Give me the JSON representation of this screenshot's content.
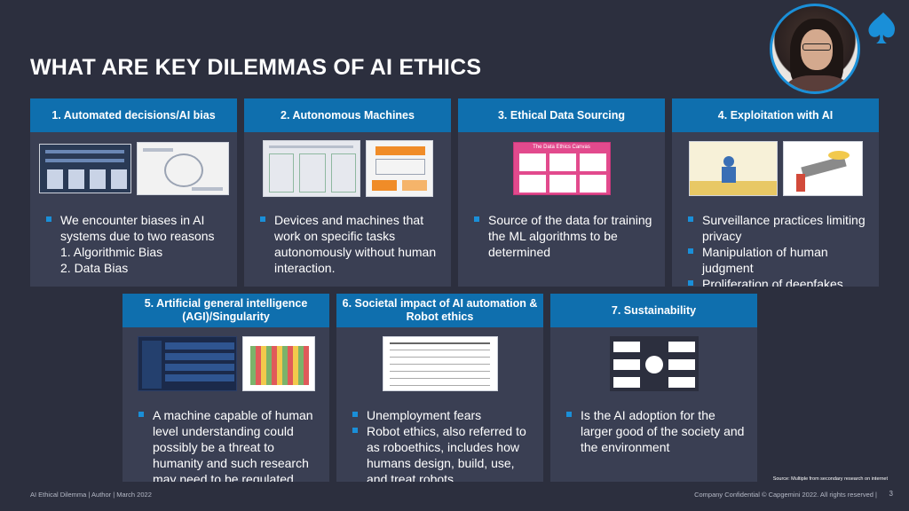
{
  "slide": {
    "title": "WHAT ARE KEY DILEMMAS OF AI ETHICS"
  },
  "cards": [
    {
      "title": "1. Automated decisions/AI bias",
      "bullets": [
        "We encounter biases in AI systems due to two reasons",
        "1. Algorithmic Bias",
        "2. Data Bias"
      ]
    },
    {
      "title": "2. Autonomous Machines",
      "bullets": [
        "Devices and machines that work on specific tasks autonomously without human interaction."
      ]
    },
    {
      "title": "3. Ethical Data Sourcing",
      "image_caption": "The Data Ethics Canvas",
      "bullets": [
        "Source of the data for training the ML algorithms to be determined"
      ]
    },
    {
      "title": "4. Exploitation with AI",
      "bullets": [
        "Surveillance practices limiting privacy",
        "Manipulation of human judgment",
        "Proliferation of deepfakes"
      ]
    },
    {
      "title": "5. Artificial general intelligence (AGI)/Singularity",
      "bullets": [
        "A machine capable of human level understanding could possibly be a threat to humanity and such research may need to be regulated."
      ]
    },
    {
      "title": "6. Societal impact of AI automation & Robot ethics",
      "bullets": [
        "Unemployment fears",
        "Robot ethics, also referred to as roboethics, includes how humans design, build, use, and treat robots."
      ]
    },
    {
      "title": "7. Sustainability",
      "bullets": [
        "Is the AI adoption for the larger good of the society and the environment"
      ]
    }
  ],
  "source_note": "Source: Multiple from secondary research on internet",
  "footer": {
    "left": "AI Ethical Dilemma | Author | March 2022",
    "right": "Company Confidential © Capgemini 2022. All rights reserved |",
    "page_number": "3"
  },
  "colors": {
    "background": "#2c2f3e",
    "card": "#3a3f53",
    "header": "#0f6fae",
    "bullet": "#1a8fd8"
  },
  "icons": {
    "logo": "capgemini-spade-icon",
    "presenter": "presenter-avatar"
  }
}
